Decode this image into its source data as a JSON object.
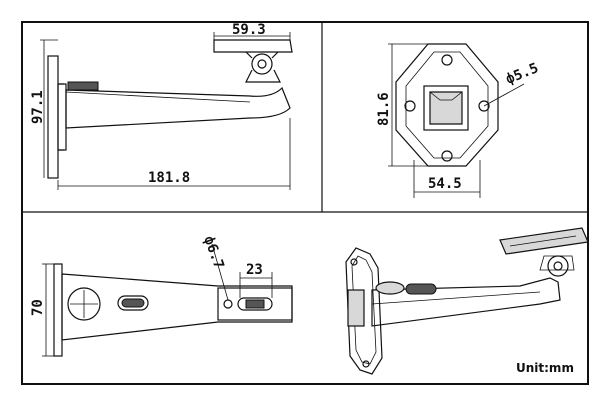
{
  "dimensions": {
    "top_width": "59.3",
    "side_height": "97.1",
    "arm_length": "181.8",
    "plate_height": "81.6",
    "hole_dia": "ф5.5",
    "plate_width": "54.5",
    "pivot_hole": "ф6.7",
    "slot_length": "23",
    "bottom_height": "70"
  },
  "unit_label": "Unit:mm"
}
